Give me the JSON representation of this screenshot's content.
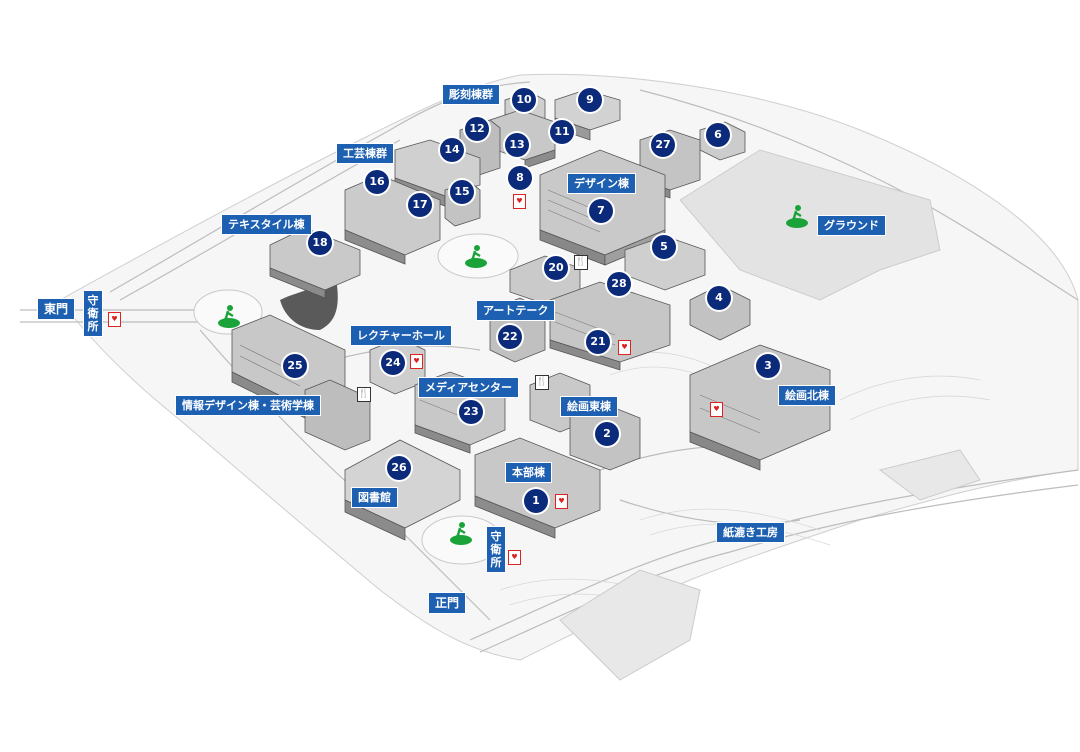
{
  "colors": {
    "label_bg": "#1d5fb0",
    "marker_bg": "#0c2a7a",
    "evac_green": "#1aa339",
    "aed_red": "#d22222"
  },
  "gates": {
    "east": "東門",
    "main": "正門"
  },
  "guard_label": "守衛所",
  "labels": {
    "sculpture": "彫刻棟群",
    "crafts": "工芸棟群",
    "textile": "テキスタイル棟",
    "design": "デザイン棟",
    "ground": "グラウンド",
    "art_theque": "アートテーク",
    "lecture_hall": "レクチャーホール",
    "media_center": "メディアセンター",
    "info_design": "情報デザイン棟・芸術学棟",
    "painting_east": "絵画東棟",
    "painting_north": "絵画北棟",
    "main_building": "本部棟",
    "library": "図書館",
    "papermaking": "紙漉き工房"
  },
  "buildings": [
    "1",
    "2",
    "3",
    "4",
    "5",
    "6",
    "7",
    "8",
    "9",
    "10",
    "11",
    "12",
    "13",
    "14",
    "15",
    "16",
    "17",
    "18",
    "20",
    "21",
    "22",
    "23",
    "24",
    "25",
    "26",
    "27",
    "28"
  ],
  "icons": {
    "aed": "AED",
    "dining": "dining-icon",
    "evacuation": "evacuation-site-icon"
  }
}
